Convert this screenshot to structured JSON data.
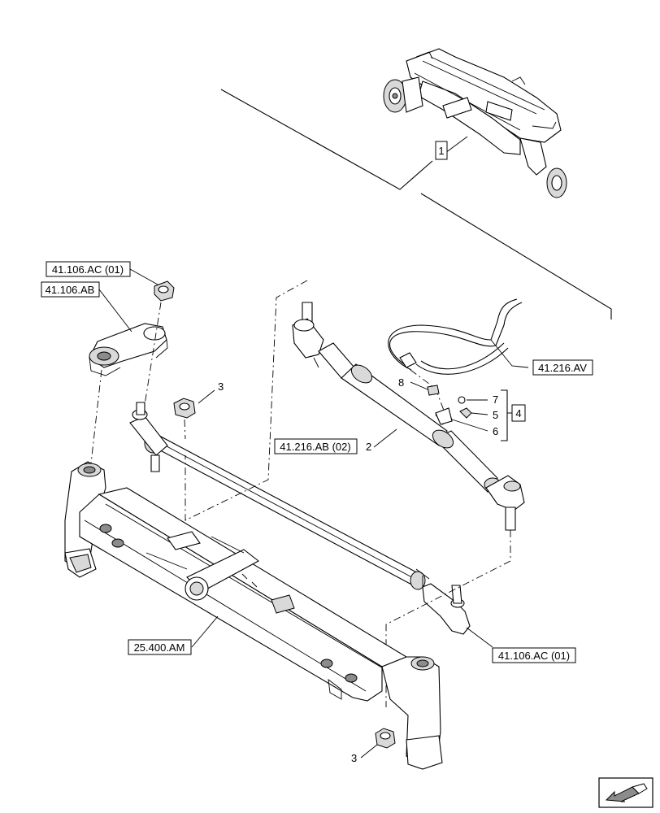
{
  "callouts": {
    "ref_1": "1",
    "ref_4": "4",
    "ref_41106ac_top": "41.106.AC (01)",
    "ref_41106ab": "41.106.AB",
    "ref_41216av": "41.216.AV",
    "ref_41216ab": "41.216.AB (02)",
    "ref_25400am": "25.400.AM",
    "ref_41106ac_bottom": "41.106.AC (01)"
  },
  "item_numbers": {
    "n2": "2",
    "n3_top": "3",
    "n3_bottom": "3",
    "n5": "5",
    "n6": "6",
    "n7": "7",
    "n8": "8"
  },
  "icons": {
    "nav": "next-page-arrow-icon"
  }
}
